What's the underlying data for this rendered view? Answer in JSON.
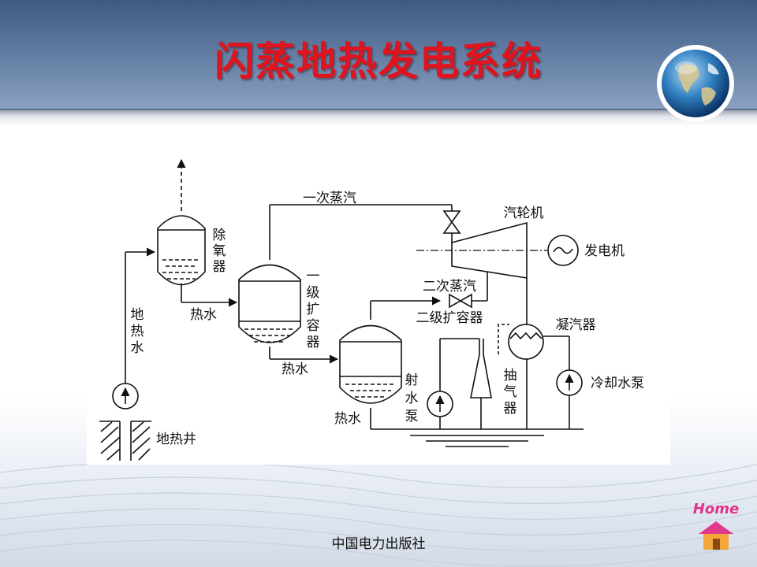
{
  "slide": {
    "title": "闪蒸地热发电系统",
    "footer": "中国电力出版社",
    "home_label": "Home"
  },
  "colors": {
    "title": "#e0141e",
    "header": "#4f6b92",
    "line": "#111111",
    "home": "#e0338a"
  },
  "diagram": {
    "labels": {
      "primary_steam": "一次蒸汽",
      "turbine": "汽轮机",
      "generator": "发电机",
      "deaerator": [
        "除",
        "氧",
        "器"
      ],
      "first_flash": [
        "一",
        "级",
        "扩",
        "容",
        "器"
      ],
      "second_steam": "二次蒸汽",
      "second_flash": "二级扩容器",
      "condenser": "凝汽器",
      "geo_water": [
        "地",
        "热",
        "水"
      ],
      "hot_water_1": "热水",
      "hot_water_2": "热水",
      "hot_water_3": "热水",
      "jet_pump": [
        "射",
        "水",
        "泵"
      ],
      "ejector": [
        "抽",
        "气",
        "器"
      ],
      "cooling_pump": "冷却水泵",
      "well": "地热井"
    }
  }
}
